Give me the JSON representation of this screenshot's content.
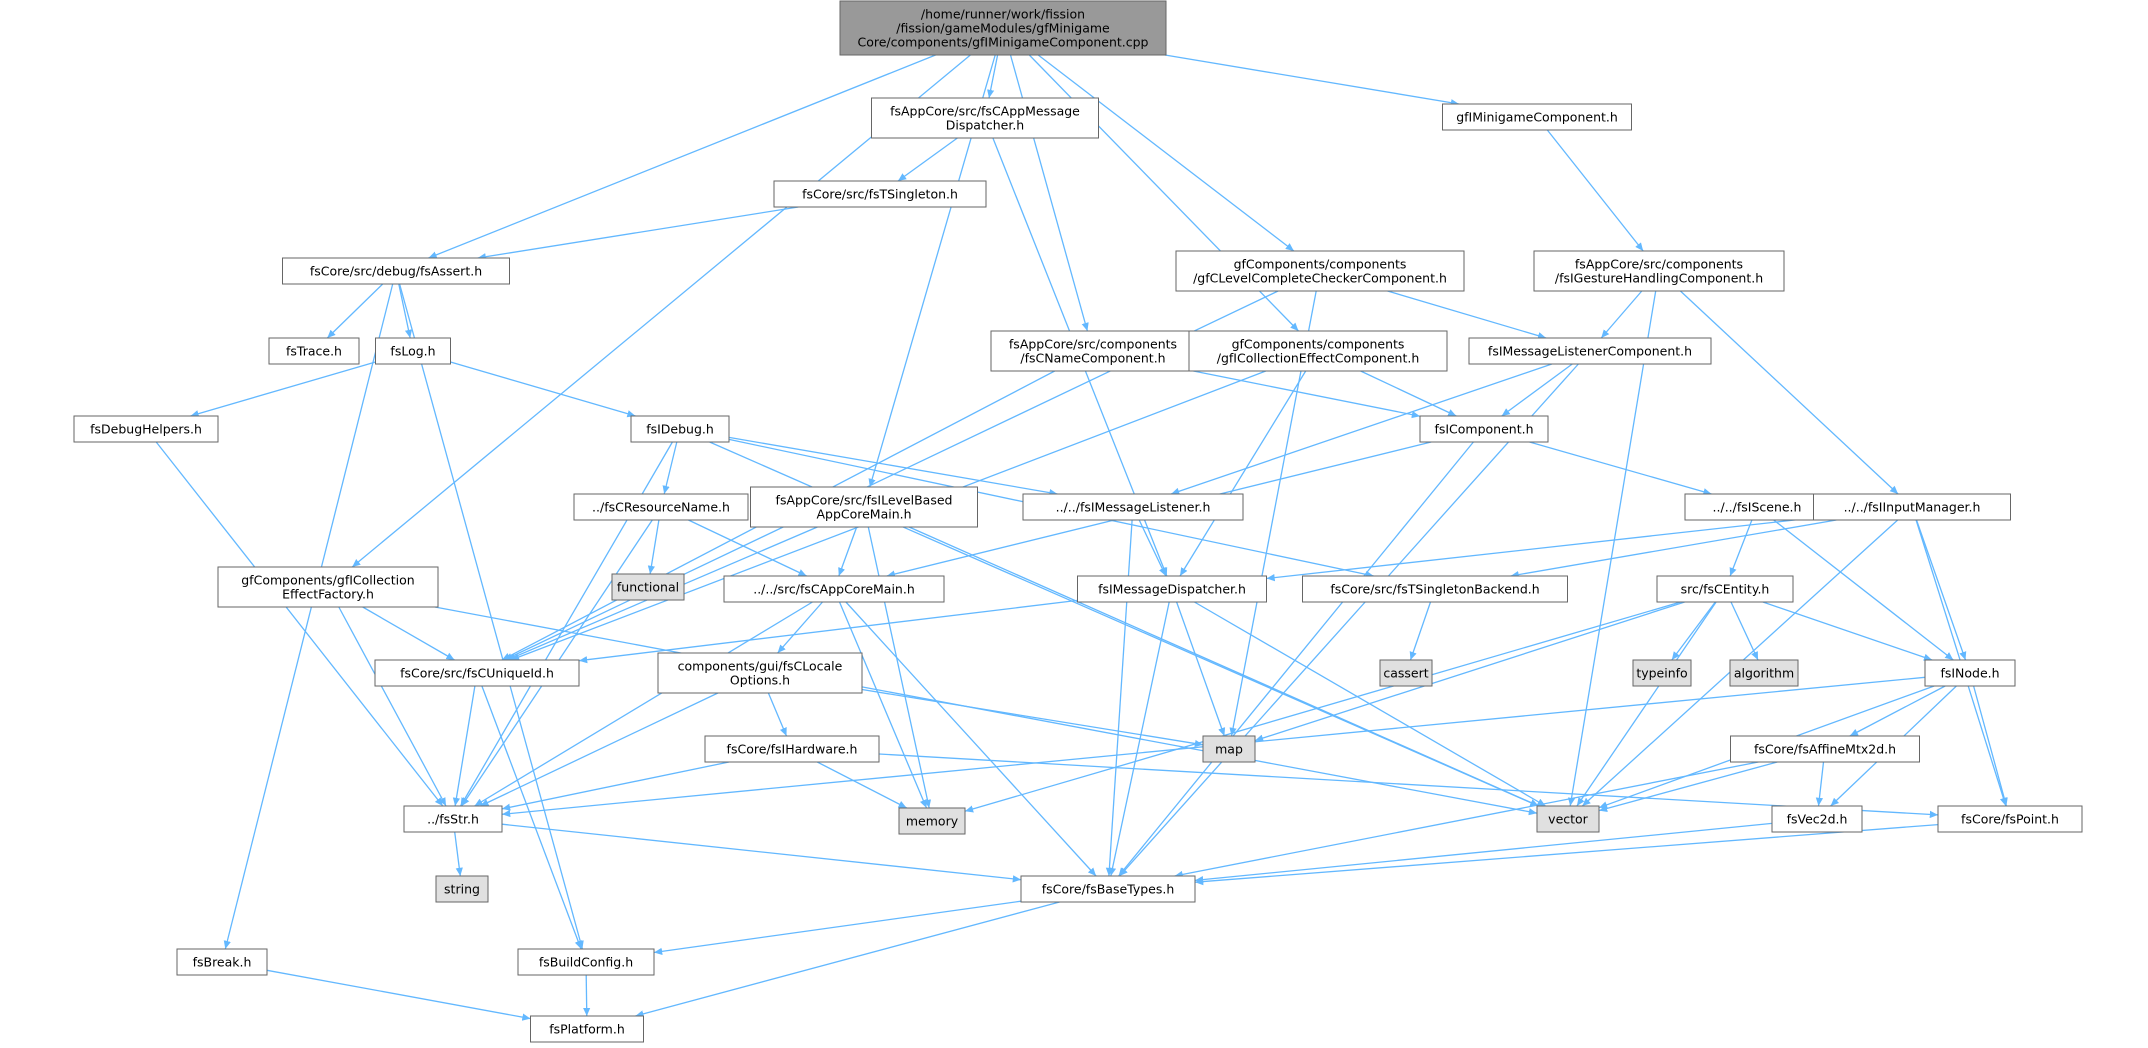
{
  "colors": {
    "edge": "#63b8ff",
    "node_fill": "#ffffff",
    "root_fill": "#999999",
    "system_fill": "#e0e0e0",
    "node_border": "#666666"
  },
  "nodes": [
    {
      "id": "root",
      "lines": [
        "/home/runner/work/fission",
        "/fission/gameModules/gfMinigame",
        "Core/components/gfIMinigameComponent.cpp"
      ],
      "kind": "root"
    },
    {
      "id": "appmsg",
      "lines": [
        "fsAppCore/src/fsCAppMessage",
        "Dispatcher.h"
      ],
      "kind": "normal"
    },
    {
      "id": "gfimini",
      "lines": [
        "gfIMinigameComponent.h"
      ],
      "kind": "normal"
    },
    {
      "id": "singleton",
      "lines": [
        "fsCore/src/fsTSingleton.h"
      ],
      "kind": "normal"
    },
    {
      "id": "assert",
      "lines": [
        "fsCore/src/debug/fsAssert.h"
      ],
      "kind": "normal"
    },
    {
      "id": "levelcomp",
      "lines": [
        "gfComponents/components",
        "/gfCLevelCompleteCheckerComponent.h"
      ],
      "kind": "normal"
    },
    {
      "id": "gesture",
      "lines": [
        "fsAppCore/src/components",
        "/fsIGestureHandlingComponent.h"
      ],
      "kind": "normal"
    },
    {
      "id": "trace",
      "lines": [
        "fsTrace.h"
      ],
      "kind": "normal"
    },
    {
      "id": "log",
      "lines": [
        "fsLog.h"
      ],
      "kind": "normal"
    },
    {
      "id": "namecomp",
      "lines": [
        "fsAppCore/src/components",
        "/fsCNameComponent.h"
      ],
      "kind": "normal"
    },
    {
      "id": "colleffcomp",
      "lines": [
        "gfComponents/components",
        "/gfICollectionEffectComponent.h"
      ],
      "kind": "normal"
    },
    {
      "id": "msglistcomp",
      "lines": [
        "fsIMessageListenerComponent.h"
      ],
      "kind": "normal"
    },
    {
      "id": "debughelpers",
      "lines": [
        "fsDebugHelpers.h"
      ],
      "kind": "normal"
    },
    {
      "id": "idebug",
      "lines": [
        "fsIDebug.h"
      ],
      "kind": "normal"
    },
    {
      "id": "icomponent",
      "lines": [
        "fsIComponent.h"
      ],
      "kind": "normal"
    },
    {
      "id": "resname",
      "lines": [
        "../fsCResourceName.h"
      ],
      "kind": "normal"
    },
    {
      "id": "levelbased",
      "lines": [
        "fsAppCore/src/fsILevelBased",
        "AppCoreMain.h"
      ],
      "kind": "normal"
    },
    {
      "id": "msglistener",
      "lines": [
        "../../fsIMessageListener.h"
      ],
      "kind": "normal"
    },
    {
      "id": "iscene",
      "lines": [
        "../../fsIScene.h"
      ],
      "kind": "normal"
    },
    {
      "id": "inputmgr",
      "lines": [
        "../../fsIInputManager.h"
      ],
      "kind": "normal"
    },
    {
      "id": "colleffactory",
      "lines": [
        "gfComponents/gfICollection",
        "EffectFactory.h"
      ],
      "kind": "normal"
    },
    {
      "id": "functional",
      "lines": [
        "functional"
      ],
      "kind": "system"
    },
    {
      "id": "appcoremain",
      "lines": [
        "../../src/fsCAppCoreMain.h"
      ],
      "kind": "normal"
    },
    {
      "id": "msgdispatcher",
      "lines": [
        "fsIMessageDispatcher.h"
      ],
      "kind": "normal"
    },
    {
      "id": "tsingletonbackend",
      "lines": [
        "fsCore/src/fsTSingletonBackend.h"
      ],
      "kind": "normal"
    },
    {
      "id": "centity",
      "lines": [
        "src/fsCEntity.h"
      ],
      "kind": "normal"
    },
    {
      "id": "uniqueid",
      "lines": [
        "fsCore/src/fsCUniqueId.h"
      ],
      "kind": "normal"
    },
    {
      "id": "localeopts",
      "lines": [
        "components/gui/fsCLocale",
        "Options.h"
      ],
      "kind": "normal"
    },
    {
      "id": "cassert",
      "lines": [
        "cassert"
      ],
      "kind": "system"
    },
    {
      "id": "typeinfo",
      "lines": [
        "typeinfo"
      ],
      "kind": "system"
    },
    {
      "id": "algorithm",
      "lines": [
        "algorithm"
      ],
      "kind": "system"
    },
    {
      "id": "inode",
      "lines": [
        "fsINode.h"
      ],
      "kind": "normal"
    },
    {
      "id": "map",
      "lines": [
        "map"
      ],
      "kind": "system"
    },
    {
      "id": "ihardware",
      "lines": [
        "fsCore/fsIHardware.h"
      ],
      "kind": "normal"
    },
    {
      "id": "affine",
      "lines": [
        "fsCore/fsAffineMtx2d.h"
      ],
      "kind": "normal"
    },
    {
      "id": "fsstr",
      "lines": [
        "../fsStr.h"
      ],
      "kind": "normal"
    },
    {
      "id": "memory",
      "lines": [
        "memory"
      ],
      "kind": "system"
    },
    {
      "id": "vector",
      "lines": [
        "vector"
      ],
      "kind": "system"
    },
    {
      "id": "vec2d",
      "lines": [
        "fsVec2d.h"
      ],
      "kind": "normal"
    },
    {
      "id": "point",
      "lines": [
        "fsCore/fsPoint.h"
      ],
      "kind": "normal"
    },
    {
      "id": "string",
      "lines": [
        "string"
      ],
      "kind": "system"
    },
    {
      "id": "basetypes",
      "lines": [
        "fsCore/fsBaseTypes.h"
      ],
      "kind": "normal"
    },
    {
      "id": "break",
      "lines": [
        "fsBreak.h"
      ],
      "kind": "normal"
    },
    {
      "id": "buildconfig",
      "lines": [
        "fsBuildConfig.h"
      ],
      "kind": "normal"
    },
    {
      "id": "platform",
      "lines": [
        "fsPlatform.h"
      ],
      "kind": "normal"
    }
  ],
  "edges": [
    [
      "root",
      "appmsg"
    ],
    [
      "root",
      "gfimini"
    ],
    [
      "root",
      "assert"
    ],
    [
      "root",
      "levelcomp"
    ],
    [
      "root",
      "namecomp"
    ],
    [
      "root",
      "colleffcomp"
    ],
    [
      "root",
      "levelbased"
    ],
    [
      "root",
      "colleffactory"
    ],
    [
      "appmsg",
      "singleton"
    ],
    [
      "appmsg",
      "msgdispatcher"
    ],
    [
      "gfimini",
      "gesture"
    ],
    [
      "singleton",
      "assert"
    ],
    [
      "assert",
      "trace"
    ],
    [
      "assert",
      "log"
    ],
    [
      "assert",
      "break"
    ],
    [
      "assert",
      "buildconfig"
    ],
    [
      "levelcomp",
      "msglistcomp"
    ],
    [
      "levelcomp",
      "uniqueid"
    ],
    [
      "levelcomp",
      "map"
    ],
    [
      "gesture",
      "msglistcomp"
    ],
    [
      "gesture",
      "inputmgr"
    ],
    [
      "gesture",
      "vector"
    ],
    [
      "log",
      "debughelpers"
    ],
    [
      "log",
      "idebug"
    ],
    [
      "namecomp",
      "icomponent"
    ],
    [
      "namecomp",
      "uniqueid"
    ],
    [
      "colleffcomp",
      "icomponent"
    ],
    [
      "colleffcomp",
      "uniqueid"
    ],
    [
      "colleffcomp",
      "msgdispatcher"
    ],
    [
      "msglistcomp",
      "icomponent"
    ],
    [
      "msglistcomp",
      "msglistener"
    ],
    [
      "msglistcomp",
      "basetypes"
    ],
    [
      "debughelpers",
      "fsstr"
    ],
    [
      "idebug",
      "resname"
    ],
    [
      "idebug",
      "msglistener"
    ],
    [
      "idebug",
      "tsingletonbackend"
    ],
    [
      "idebug",
      "fsstr"
    ],
    [
      "idebug",
      "vector"
    ],
    [
      "icomponent",
      "iscene"
    ],
    [
      "icomponent",
      "appcoremain"
    ],
    [
      "icomponent",
      "basetypes"
    ],
    [
      "resname",
      "functional"
    ],
    [
      "resname",
      "appcoremain"
    ],
    [
      "resname",
      "fsstr"
    ],
    [
      "levelbased",
      "appcoremain"
    ],
    [
      "levelbased",
      "uniqueid"
    ],
    [
      "levelbased",
      "memory"
    ],
    [
      "levelbased",
      "vector"
    ],
    [
      "msglistener",
      "msgdispatcher"
    ],
    [
      "msglistener",
      "basetypes"
    ],
    [
      "iscene",
      "centity"
    ],
    [
      "iscene",
      "inode"
    ],
    [
      "inputmgr",
      "msgdispatcher"
    ],
    [
      "inputmgr",
      "tsingletonbackend"
    ],
    [
      "inputmgr",
      "inode"
    ],
    [
      "inputmgr",
      "point"
    ],
    [
      "inputmgr",
      "vector"
    ],
    [
      "colleffactory",
      "uniqueid"
    ],
    [
      "colleffactory",
      "fsstr"
    ],
    [
      "colleffactory",
      "vector"
    ],
    [
      "appcoremain",
      "localeopts"
    ],
    [
      "appcoremain",
      "fsstr"
    ],
    [
      "appcoremain",
      "memory"
    ],
    [
      "appcoremain",
      "basetypes"
    ],
    [
      "msgdispatcher",
      "uniqueid"
    ],
    [
      "msgdispatcher",
      "map"
    ],
    [
      "msgdispatcher",
      "vector"
    ],
    [
      "msgdispatcher",
      "basetypes"
    ],
    [
      "tsingletonbackend",
      "cassert"
    ],
    [
      "centity",
      "typeinfo"
    ],
    [
      "centity",
      "algorithm"
    ],
    [
      "centity",
      "inode"
    ],
    [
      "centity",
      "map"
    ],
    [
      "centity",
      "memory"
    ],
    [
      "centity",
      "vector"
    ],
    [
      "uniqueid",
      "fsstr"
    ],
    [
      "uniqueid",
      "buildconfig"
    ],
    [
      "localeopts",
      "ihardware"
    ],
    [
      "localeopts",
      "map"
    ],
    [
      "localeopts",
      "fsstr"
    ],
    [
      "inode",
      "affine"
    ],
    [
      "inode",
      "vec2d"
    ],
    [
      "inode",
      "point"
    ],
    [
      "inode",
      "fsstr"
    ],
    [
      "inode",
      "vector"
    ],
    [
      "ihardware",
      "fsstr"
    ],
    [
      "ihardware",
      "memory"
    ],
    [
      "ihardware",
      "point"
    ],
    [
      "affine",
      "vec2d"
    ],
    [
      "affine",
      "vector"
    ],
    [
      "affine",
      "basetypes"
    ],
    [
      "fsstr",
      "string"
    ],
    [
      "fsstr",
      "basetypes"
    ],
    [
      "vec2d",
      "basetypes"
    ],
    [
      "point",
      "basetypes"
    ],
    [
      "basetypes",
      "buildconfig"
    ],
    [
      "basetypes",
      "platform"
    ],
    [
      "break",
      "platform"
    ],
    [
      "buildconfig",
      "platform"
    ]
  ]
}
